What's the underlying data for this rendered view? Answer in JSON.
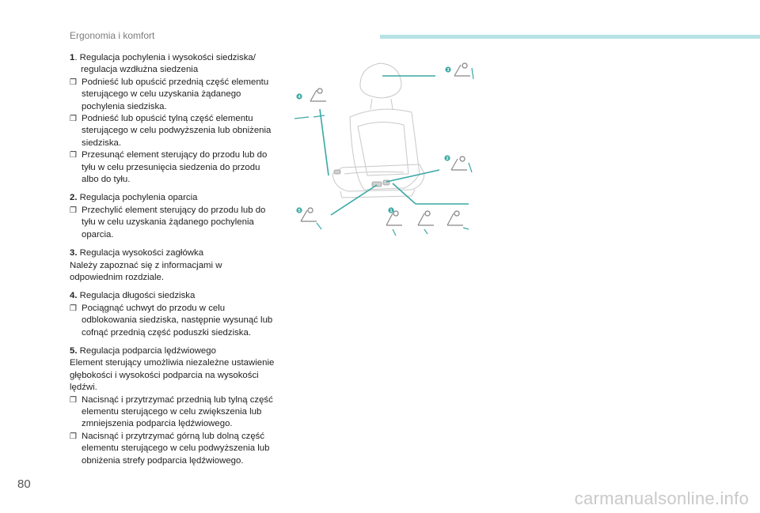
{
  "header": {
    "title": "Ergonomia i komfort",
    "accent_color": "#b7e2e4"
  },
  "sections": [
    {
      "number": "1",
      "title": ". Regulacja pochylenia i wysokości siedziska/ regulacja wzdłużna siedzenia",
      "paragraphs": [],
      "bullets": [
        "Podnieść lub opuścić przednią część elementu sterującego w celu uzyskania żądanego pochylenia siedziska.",
        "Podnieść lub opuścić tylną część elementu sterującego w celu podwyższenia lub obniżenia siedziska.",
        "Przesunąć element sterujący do przodu lub do tyłu w celu przesunięcia siedzenia do przodu albo do tyłu."
      ]
    },
    {
      "number": "2.",
      "title": " Regulacja pochylenia oparcia",
      "paragraphs": [],
      "bullets": [
        "Przechylić element sterujący do przodu lub do tyłu w celu uzyskania żądanego pochylenia oparcia."
      ]
    },
    {
      "number": "3.",
      "title": " Regulacja wysokości zagłówka",
      "paragraphs": [
        "Należy zapoznać się z informacjami w odpowiednim rozdziale."
      ],
      "bullets": []
    },
    {
      "number": "4.",
      "title": " Regulacja długości siedziska",
      "paragraphs": [],
      "bullets": [
        "Pociągnąć uchwyt do przodu w celu odblokowania siedziska, następnie wysunąć lub cofnąć przednią część poduszki siedziska."
      ]
    },
    {
      "number": "5.",
      "title": " Regulacja podparcia lędźwiowego",
      "paragraphs": [
        "Element sterujący umożliwia niezależne ustawienie głębokości i wysokości podparcia na wysokości lędźwi."
      ],
      "bullets": [
        "Nacisnąć i przytrzymać przednią lub tylną część elementu sterującego w celu zwiększenia lub zmniejszenia podparcia lędźwiowego.",
        "Nacisnąć i przytrzymać górną lub dolną część elementu sterującego w celu podwyższenia lub obniżenia strefy podparcia lędźwiowego."
      ]
    }
  ],
  "figure": {
    "callouts": [
      "1",
      "2",
      "3",
      "4",
      "5"
    ],
    "accent_color": "#3aa8a4"
  },
  "page_number": "80",
  "watermark": "carmanualsonline.info"
}
